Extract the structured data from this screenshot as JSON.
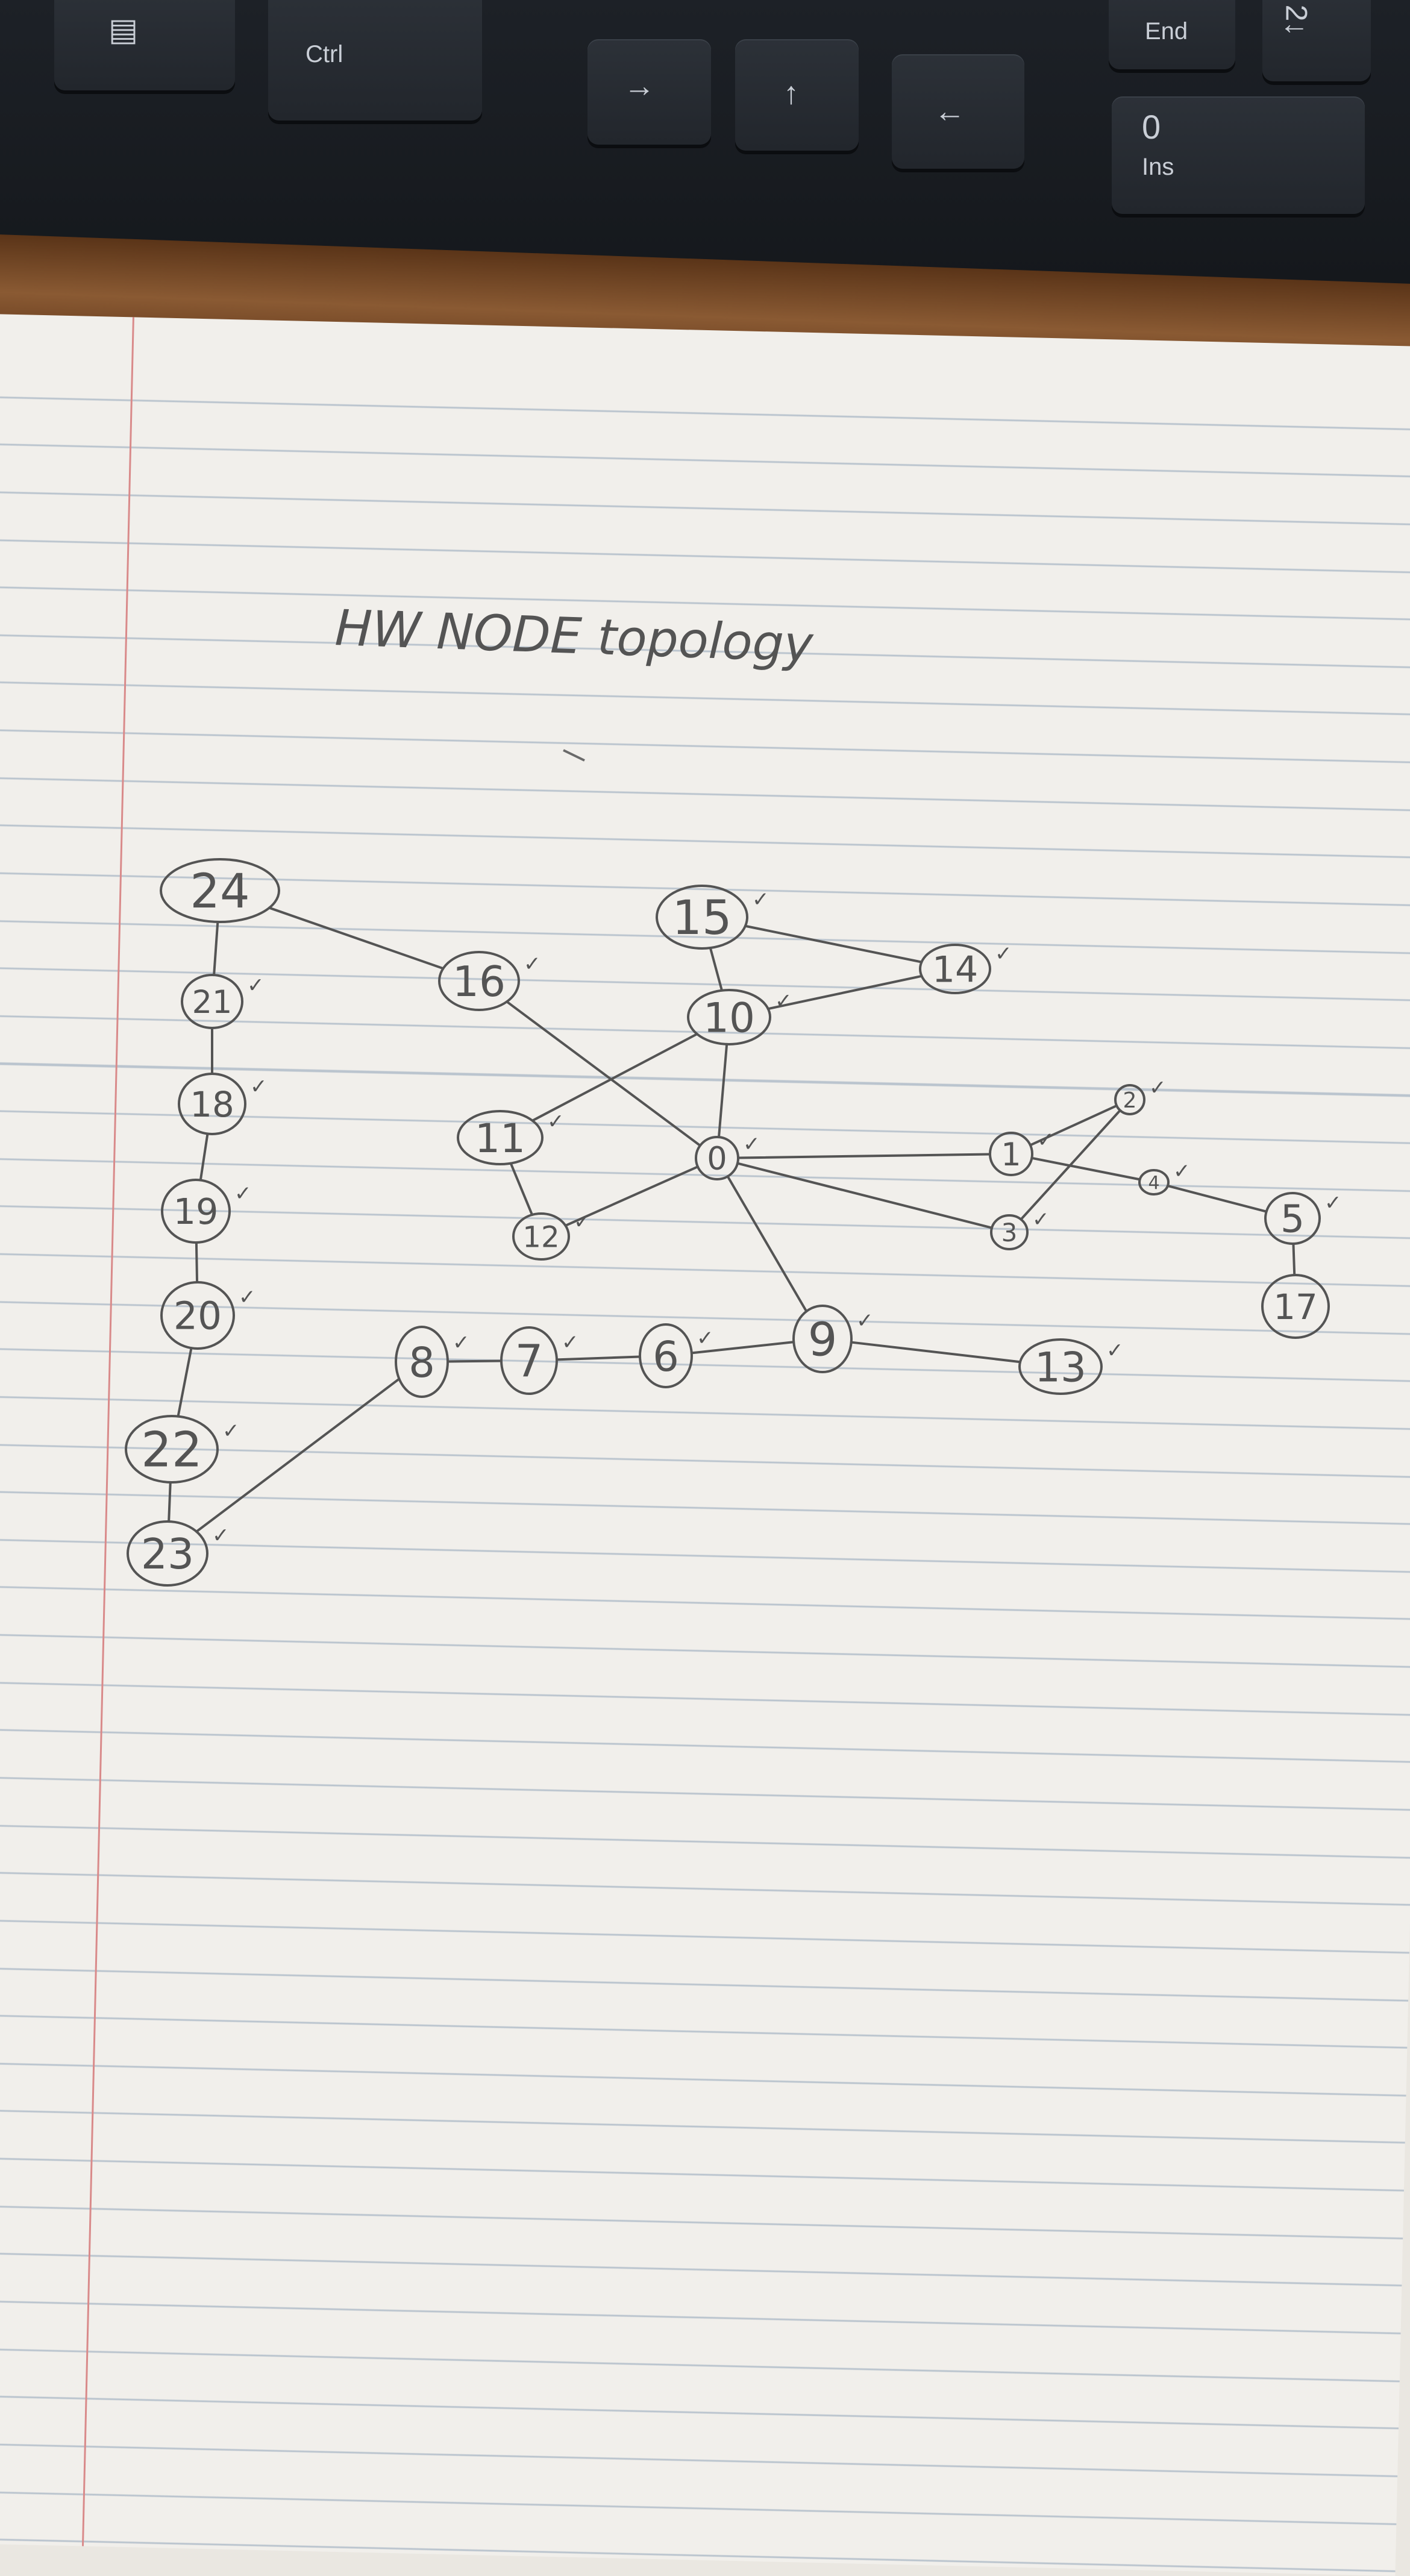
{
  "keyboard": {
    "keys": {
      "ctrl": "Ctrl",
      "arrow_right": "→",
      "arrow_up": "↑",
      "arrow_left": "←",
      "end": "End",
      "two_down": "2↓",
      "zero": "0",
      "ins": "Ins"
    }
  },
  "notebook": {
    "title": "HW NODE topology",
    "check_mark": "✓",
    "ink_color": "#545454"
  },
  "topology": {
    "nodes": [
      {
        "id": "24",
        "checked": false
      },
      {
        "id": "21",
        "checked": true
      },
      {
        "id": "18",
        "checked": true
      },
      {
        "id": "19",
        "checked": true
      },
      {
        "id": "20",
        "checked": true
      },
      {
        "id": "22",
        "checked": true
      },
      {
        "id": "23",
        "checked": true
      },
      {
        "id": "16",
        "checked": true
      },
      {
        "id": "15",
        "checked": true
      },
      {
        "id": "14",
        "checked": true
      },
      {
        "id": "10",
        "checked": true
      },
      {
        "id": "11",
        "checked": true
      },
      {
        "id": "12",
        "checked": true
      },
      {
        "id": "0",
        "checked": true
      },
      {
        "id": "1",
        "checked": true
      },
      {
        "id": "2",
        "checked": true
      },
      {
        "id": "4",
        "checked": true
      },
      {
        "id": "3",
        "checked": true
      },
      {
        "id": "5",
        "checked": true
      },
      {
        "id": "17",
        "checked": false
      },
      {
        "id": "8",
        "checked": true
      },
      {
        "id": "7",
        "checked": true
      },
      {
        "id": "6",
        "checked": true
      },
      {
        "id": "9",
        "checked": true
      },
      {
        "id": "13",
        "checked": true
      }
    ],
    "edges": [
      [
        "24",
        "21"
      ],
      [
        "21",
        "18"
      ],
      [
        "18",
        "19"
      ],
      [
        "19",
        "20"
      ],
      [
        "20",
        "22"
      ],
      [
        "22",
        "23"
      ],
      [
        "24",
        "16"
      ],
      [
        "16",
        "0"
      ],
      [
        "23",
        "8"
      ],
      [
        "8",
        "7"
      ],
      [
        "7",
        "6"
      ],
      [
        "6",
        "9"
      ],
      [
        "9",
        "13"
      ],
      [
        "9",
        "0"
      ],
      [
        "15",
        "10"
      ],
      [
        "15",
        "14"
      ],
      [
        "10",
        "14"
      ],
      [
        "10",
        "0"
      ],
      [
        "10",
        "11"
      ],
      [
        "11",
        "12"
      ],
      [
        "12",
        "0"
      ],
      [
        "0",
        "1"
      ],
      [
        "0",
        "3"
      ],
      [
        "1",
        "2"
      ],
      [
        "1",
        "4"
      ],
      [
        "2",
        "3"
      ],
      [
        "4",
        "5"
      ],
      [
        "5",
        "17"
      ]
    ]
  }
}
